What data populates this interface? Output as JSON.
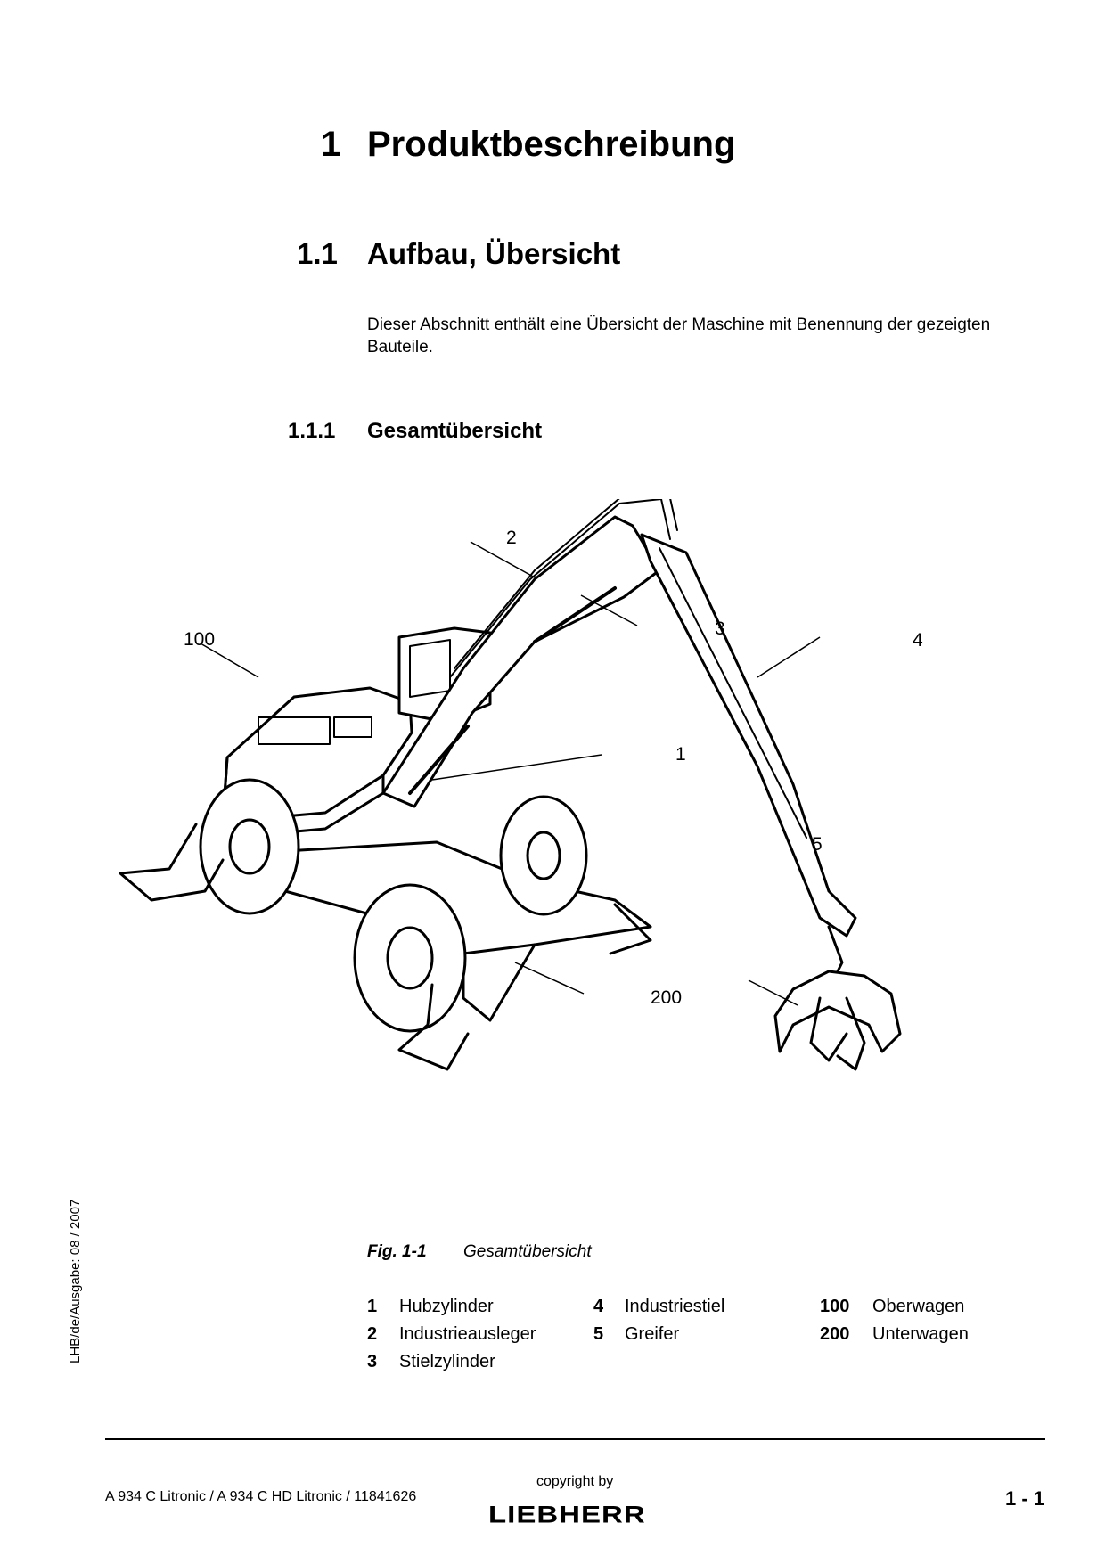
{
  "heading1": {
    "number": "1",
    "title": "Produktbeschreibung"
  },
  "heading2": {
    "number": "1.1",
    "title": "Aufbau, Übersicht"
  },
  "intro_text": "Dieser Abschnitt enthält eine Übersicht der Maschine mit Benennung der gezeigten Bauteile.",
  "heading3": {
    "number": "1.1.1",
    "title": "Gesamtübersicht"
  },
  "figure": {
    "callouts": [
      "2",
      "100",
      "3",
      "4",
      "1",
      "5",
      "200"
    ],
    "caption_label": "Fig. 1-1",
    "caption_title": "Gesamtübersicht"
  },
  "legend": [
    {
      "num": "1",
      "label": "Hubzylinder"
    },
    {
      "num": "2",
      "label": "Industrieausleger"
    },
    {
      "num": "3",
      "label": "Stielzylinder"
    },
    {
      "num": "4",
      "label": "Industriestiel"
    },
    {
      "num": "5",
      "label": "Greifer"
    },
    {
      "num": "100",
      "label": "Oberwagen"
    },
    {
      "num": "200",
      "label": "Unterwagen"
    }
  ],
  "side_note": "LHB/de/Ausgabe: 08 / 2007",
  "footer": {
    "left": "A 934 C Litronic / A 934 C HD Litronic / 11841626",
    "copyright": "copyright by",
    "logo": "LIEBHERR",
    "page": "1 - 1"
  }
}
